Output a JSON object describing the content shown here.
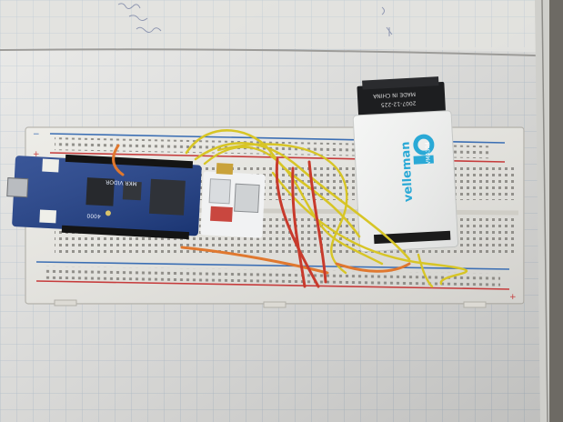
{
  "photo": {
    "board_left": {
      "brand": "MKR VIDOR",
      "model": "4000"
    },
    "module_right": {
      "brand": "velleman",
      "model": "VMA304",
      "origin": "MADE IN CHINA",
      "date_code": "2007-12-225"
    }
  },
  "colors": {
    "paper": "#e9e9e7",
    "grid": "#b7c6d3",
    "breadboard": "#ecebe6",
    "rail_red": "#c63c3c",
    "rail_blue": "#3c6fb4",
    "pcb_blue": "#1f3f8a",
    "module_white": "#f4f5f4",
    "module_cyan": "#2aa9d6",
    "wire_yellow": "#d7c526",
    "wire_orange": "#e0782f",
    "wire_red": "#c83a2c"
  }
}
